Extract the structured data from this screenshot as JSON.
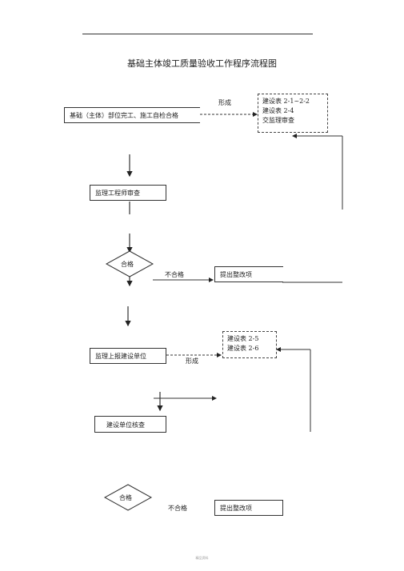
{
  "title": "基础主体竣工质量验收工作程序流程图",
  "nodes": {
    "start": "基础（主体）部位完工、施工自检合格",
    "forms_top": [
      "建设表  2-1~2-2",
      "建设表  2-4",
      "交监理审查"
    ],
    "engineer_review": "监理工程师审查",
    "qualified_1": "合格",
    "rectify_1": "提出整改项",
    "report_owner": "监理上报建设单位",
    "forms_mid": [
      "建设表  2-5",
      "建设表  2-6"
    ],
    "owner_review": "建设单位核查",
    "qualified_2": "合格",
    "rectify_2": "提出整改项"
  },
  "edge_labels": {
    "form_top": "形成",
    "fail_1": "不合格",
    "form_mid": "形成",
    "fail_2": "不合格"
  },
  "footer": "精品资料"
}
